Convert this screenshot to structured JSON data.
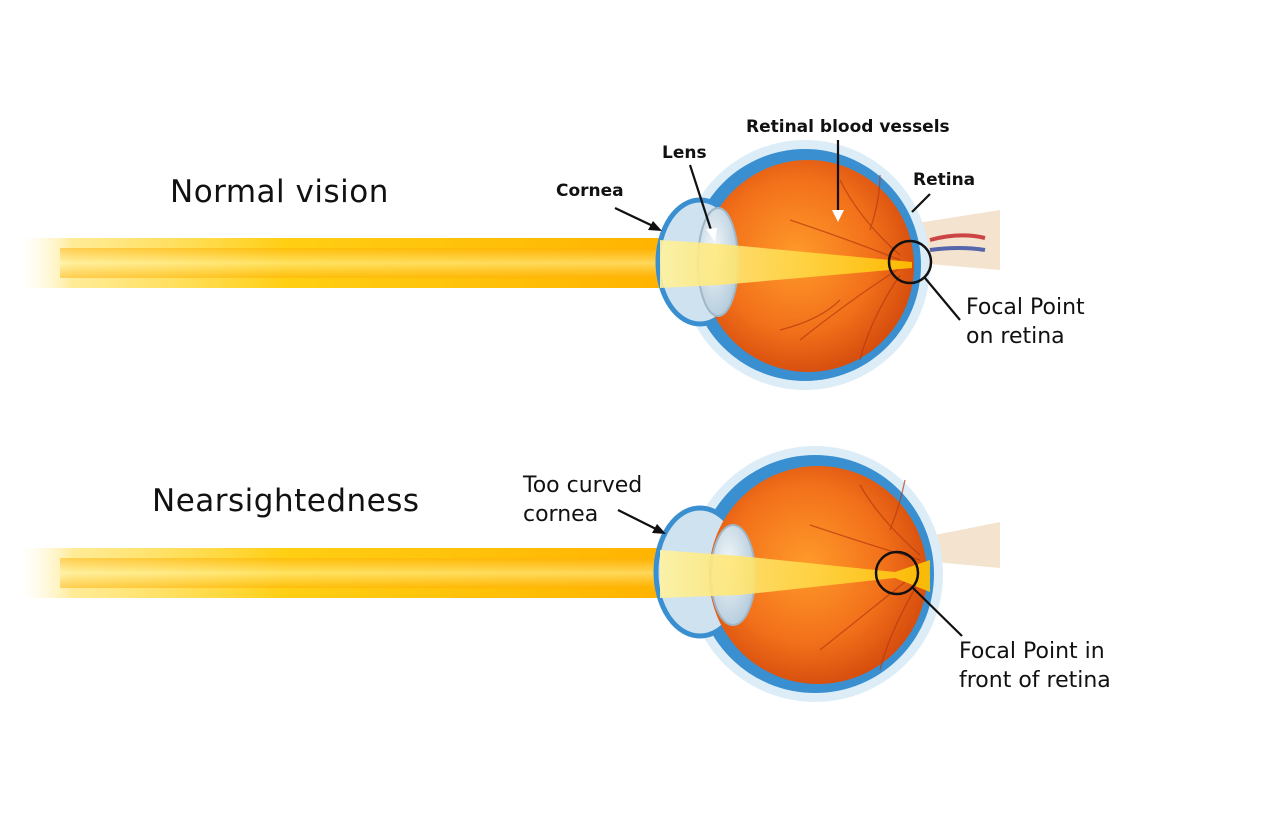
{
  "panels": [
    {
      "title": "Normal vision",
      "labels": {
        "cornea": "Cornea",
        "lens": "Lens",
        "vessels": "Retinal blood vessels",
        "retina": "Retina",
        "focal_line1": "Focal Point",
        "focal_line2": "on retina"
      }
    },
    {
      "title": "Nearsightedness",
      "labels": {
        "cornea_line1": "Too curved",
        "cornea_line2": "cornea",
        "focal_line1": "Focal Point in",
        "focal_line2": "front of retina"
      }
    }
  ],
  "colors": {
    "beam": "#ffd21a",
    "sclera": "#3a8fd1",
    "eyeball": "#f06a14",
    "lens": "#c9dce8",
    "label": "#111111"
  }
}
